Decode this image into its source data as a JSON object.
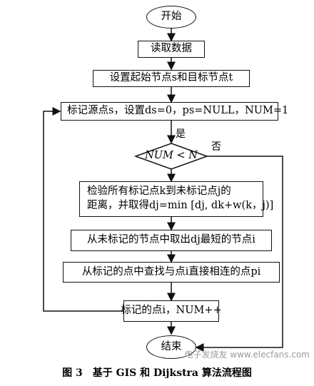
{
  "flowchart": {
    "start": "开始",
    "read_data": "读取数据",
    "set_nodes": "设置起始节点s和目标节点t",
    "mark_source": "标记源点s，设置ds=0，ps=NULL，NUM=1",
    "yes_label": "是",
    "decision": "NUM < N",
    "no_label": "否",
    "check_line1": "检验所有标记点k到未标记点j的",
    "check_line2": "距离，并取得dj=min [dj, dk+w(k，j)]",
    "take_shortest": "从未标记的节点中取出dj最短的节点i",
    "find_adjacent": "从标记的点中查找与点i直接相连的点pi",
    "mark_point": "标记的点i，NUM++",
    "end": "结束"
  },
  "caption": "图 3　基于 GIS 和 Dijkstra 算法流程图",
  "watermark": "电子发烧友 www.elecfans.com"
}
